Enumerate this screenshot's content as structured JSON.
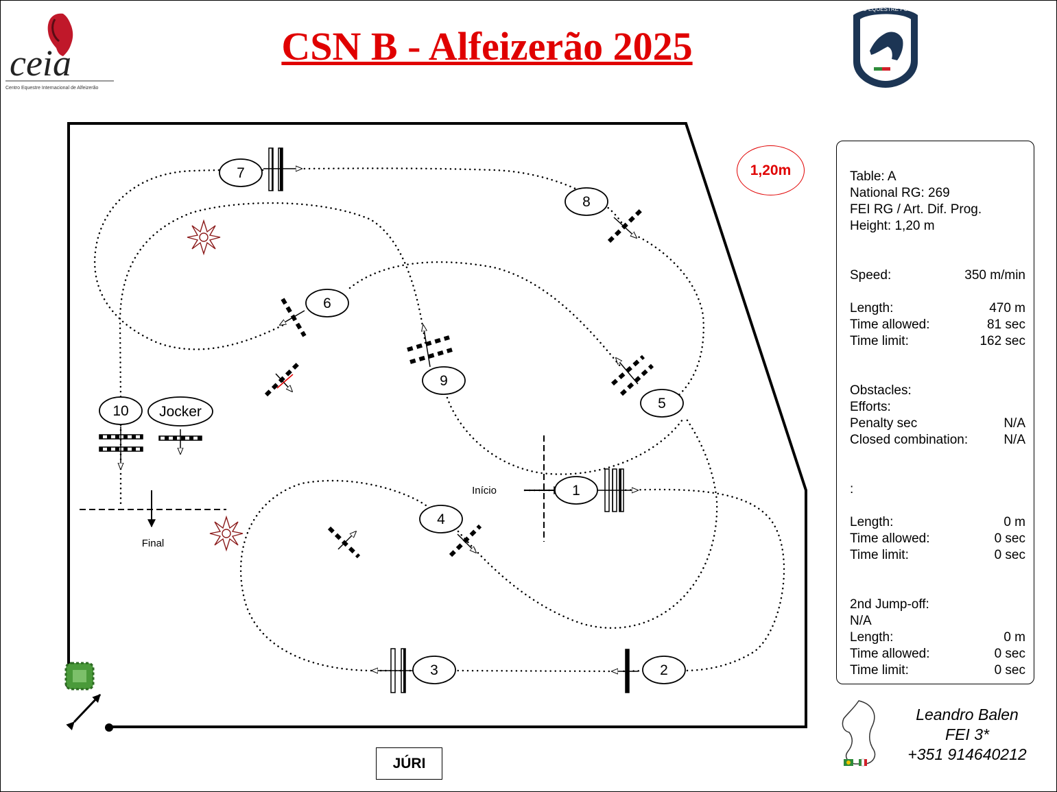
{
  "header": {
    "title": "CSN B - Alfeizerão  2025",
    "left_logo": {
      "name": "ceia",
      "lettering": "ceia",
      "subtitle": "Centro Equestre Internacional de Alfeizerão"
    },
    "right_logo": {
      "name": "fep",
      "lettering": "FEDERAÇÃO EQUESTRE PORTUGUESA"
    }
  },
  "course": {
    "height_badge": "1,20m",
    "start_label": "Início",
    "finish_label": "Final",
    "jury_label": "JÚRI",
    "obstacles": [
      {
        "number": "1"
      },
      {
        "number": "2"
      },
      {
        "number": "3"
      },
      {
        "number": "4"
      },
      {
        "number": "5"
      },
      {
        "number": "6"
      },
      {
        "number": "7"
      },
      {
        "number": "8"
      },
      {
        "number": "9"
      },
      {
        "number": "10"
      },
      {
        "number": "Jocker"
      }
    ]
  },
  "info": {
    "table": "Table: A",
    "national_rg": "National RG: 269",
    "fei_rg": "FEI RG / Art. Dif. Prog.",
    "height": "Height: 1,20  m",
    "speed": {
      "label": "Speed:",
      "value": "350  m/min"
    },
    "length": {
      "label": "Length:",
      "value": "470    m"
    },
    "time_allowed": {
      "label": "Time allowed:",
      "value": "81  sec"
    },
    "time_limit": {
      "label": "Time limit:",
      "value": "162  sec"
    },
    "obstacles_label": "Obstacles:",
    "efforts_label": "Efforts:",
    "penalty": {
      "label": "Penalty sec",
      "value": "N/A"
    },
    "closed_combination": {
      "label": "Closed combination:",
      "value": "N/A"
    },
    "jumpoff1_label": ":",
    "jumpoff1": {
      "length": {
        "label": "Length:",
        "value": "0    m"
      },
      "time_allowed": {
        "label": "Time allowed:",
        "value": "0  sec"
      },
      "time_limit": {
        "label": "Time limit:",
        "value": "0  sec"
      }
    },
    "jumpoff2_label": "2nd Jump-off:",
    "jumpoff2_na": "N/A",
    "jumpoff2": {
      "length": {
        "label": "Length:",
        "value": "0    m"
      },
      "time_allowed": {
        "label": "Time allowed:",
        "value": "0  sec"
      },
      "time_limit": {
        "label": "Time limit:",
        "value": "0  sec"
      }
    }
  },
  "designer": {
    "name": "Leandro Balen",
    "level": "FEI 3*",
    "phone": "+351 914640212"
  },
  "colors": {
    "title": "#e00000",
    "height_badge": "#e00000",
    "flower": "#8b1a1a",
    "bush": "#4a9a3a"
  }
}
